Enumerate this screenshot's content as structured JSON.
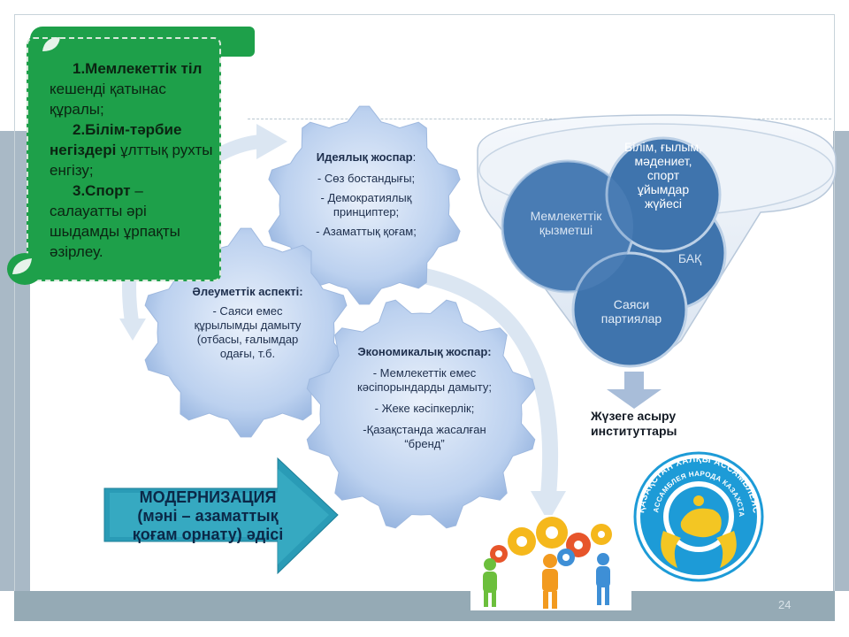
{
  "green_box": {
    "lines": [
      {
        "bold": "1.Мемлекеттік тіл",
        "rest": " кешенді қатынас құралы;"
      },
      {
        "bold": "2.Білім-тәрбие негіздері",
        "rest": " ұлттық рухты енгізу;"
      },
      {
        "bold": "3.Спорт",
        "rest": " – салауатты әрі шыдамды ұрпақты әзірлеу."
      }
    ]
  },
  "gears": {
    "ideology": {
      "heading": "Идеялық жоспар",
      "suffix": ":",
      "items": [
        "- Сөз бостандығы;",
        "- Демократиялық принциптер;",
        "- Азаматтық қоғам;"
      ]
    },
    "social": {
      "heading": "Әлеуметтік аспекті:",
      "items": [
        "- Саяси емес құрылымды дамыту (отбасы, ғалымдар одағы, т.б."
      ]
    },
    "economic": {
      "heading": "Экономикалық жоспар:",
      "items": [
        "- Мемлекеттік емес кәсіпорындарды дамыту;",
        "- Жеке кәсіпкерлік;",
        "-Қазақстанда жасалған “бренд”"
      ]
    }
  },
  "modernization": {
    "title": "МОДЕРНИЗАЦИЯ",
    "subtitle": "(мәні – азаматтық қоғам орнату) әдісі"
  },
  "venn": {
    "education": "Білім, ғылым, мәдениет, спорт ұйымдар жүйесі",
    "civil_service": "Мемлекеттік қызметші",
    "media": "БАҚ",
    "parties": "Саяси партиялар"
  },
  "institutes_label": "Жүзеге асыру институттары",
  "emblem_text": {
    "outer": "ҚАЗАҚСТАН ХАЛҚЫ АССАМБЛЕЯСЫ",
    "inner": "АССАМБЛЕЯ НАРОДА КАЗАХСТАНА"
  },
  "page_number": "24",
  "colors": {
    "green": "#1ea04a",
    "gear_blue": "#bfd4f1",
    "venn_dark": "#3f74ad",
    "arrow_teal": "#2a9bb6"
  }
}
